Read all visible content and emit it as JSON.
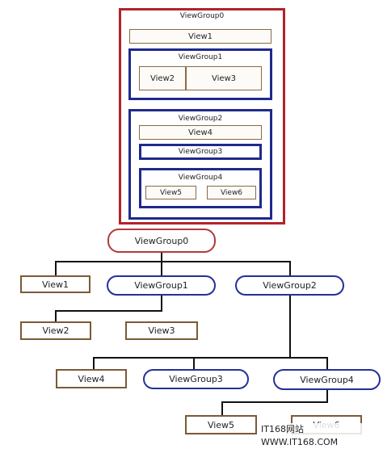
{
  "colors": {
    "red_border": "#b2232a",
    "blue_border": "#1f2a8c",
    "leaf_border": "#7b5a37"
  },
  "nested": {
    "viewgroup0": "ViewGroup0",
    "view1": "View1",
    "viewgroup1": "ViewGroup1",
    "view2": "View2",
    "view3": "View3",
    "viewgroup2": "ViewGroup2",
    "view4": "View4",
    "viewgroup3": "ViewGroup3",
    "viewgroup4": "ViewGroup4",
    "view5": "View5",
    "view6": "View6"
  },
  "tree": {
    "viewgroup0": "ViewGroup0",
    "view1": "View1",
    "viewgroup1": "ViewGroup1",
    "viewgroup2": "ViewGroup2",
    "view2": "View2",
    "view3": "View3",
    "view4": "View4",
    "viewgroup3": "ViewGroup3",
    "viewgroup4": "ViewGroup4",
    "view5": "View5",
    "view6": "View6"
  },
  "watermark": "IT168网站 WWW.IT168.COM"
}
